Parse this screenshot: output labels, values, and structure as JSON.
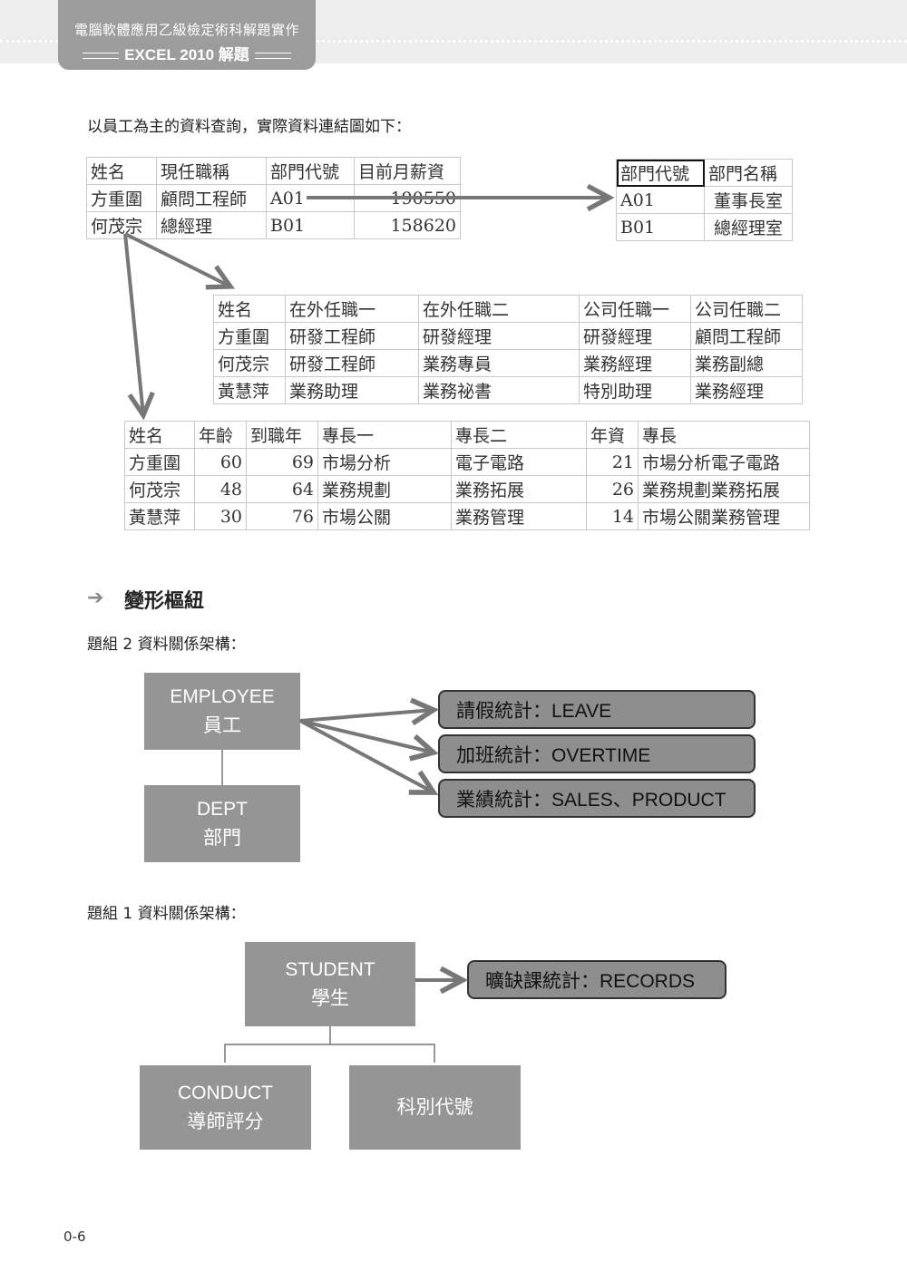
{
  "header": {
    "book_title": "電腦軟體應用乙級檢定術科解題實作",
    "subtitle": "EXCEL 2010 解題"
  },
  "intro_text": "以員工為主的資料查詢，實際資料連結圖如下：",
  "table_employee": {
    "columns": [
      "姓名",
      "現任職稱",
      "部門代號",
      "目前月薪資"
    ],
    "rows": [
      [
        "方重圍",
        "顧問工程師",
        "A01",
        "190550"
      ],
      [
        "何茂宗",
        "總經理",
        "B01",
        "158620"
      ]
    ]
  },
  "table_dept": {
    "columns": [
      "部門代號",
      "部門名稱"
    ],
    "rows": [
      [
        "A01",
        "董事長室"
      ],
      [
        "B01",
        "總經理室"
      ]
    ]
  },
  "table_jobs": {
    "columns": [
      "姓名",
      "在外任職一",
      "在外任職二",
      "公司任職一",
      "公司任職二"
    ],
    "rows": [
      [
        "方重圍",
        "研發工程師",
        "研發經理",
        "研發經理",
        "顧問工程師"
      ],
      [
        "何茂宗",
        "研發工程師",
        "業務專員",
        "業務經理",
        "業務副總"
      ],
      [
        "黃慧萍",
        "業務助理",
        "業務祕書",
        "特別助理",
        "業務經理"
      ]
    ]
  },
  "table_skills": {
    "columns": [
      "姓名",
      "年齡",
      "到職年",
      "專長一",
      "專長二",
      "年資",
      "專長"
    ],
    "rows": [
      [
        "方重圍",
        "60",
        "69",
        "市場分析",
        "電子電路",
        "21",
        "市場分析電子電路"
      ],
      [
        "何茂宗",
        "48",
        "64",
        "業務規劃",
        "業務拓展",
        "26",
        "業務規劃業務拓展"
      ],
      [
        "黃慧萍",
        "30",
        "76",
        "市場公關",
        "業務管理",
        "14",
        "市場公關業務管理"
      ]
    ]
  },
  "section_title": "變形樞紐",
  "group2": {
    "label": "題組 2 資料關係架構：",
    "employee_en": "EMPLOYEE",
    "employee_zh": "員工",
    "dept_en": "DEPT",
    "dept_zh": "部門",
    "targets": [
      "請假統計：LEAVE",
      "加班統計：OVERTIME",
      "業績統計：SALES、PRODUCT"
    ]
  },
  "group1": {
    "label": "題組 1 資料關係架構：",
    "student_en": "STUDENT",
    "student_zh": "學生",
    "target": "曠缺課統計：RECORDS",
    "conduct_en": "CONDUCT",
    "conduct_zh": "導師評分",
    "dept_code": "科別代號"
  },
  "page_number": "0-6",
  "colors": {
    "header_tab": "#9c9c9c",
    "box_gray": "#959595",
    "arrow_gray": "#777777"
  }
}
